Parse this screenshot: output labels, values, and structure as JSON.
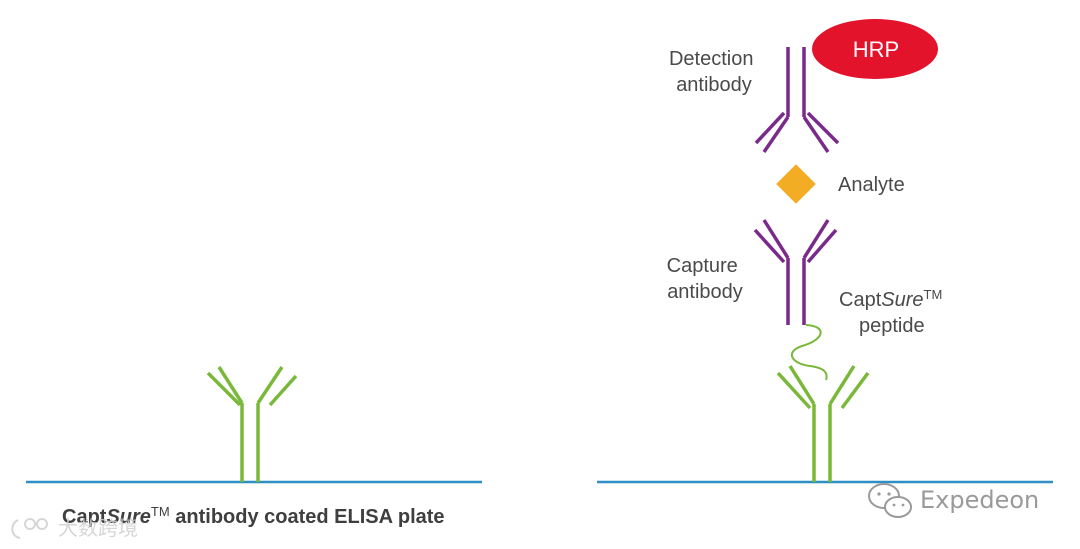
{
  "colors": {
    "plate_line": "#2f8fc4",
    "green_antibody": "#7ab83a",
    "purple_antibody": "#7a2a8a",
    "hrp": "#e3132b",
    "analyte": "#f2ad25",
    "text": "#4a4a4a",
    "brand": "#9a9a9a"
  },
  "left_panel": {
    "caption": {
      "prefix": "Capt",
      "italic": "Sure",
      "tm": "TM",
      "suffix": " antibody coated ELISA plate"
    }
  },
  "right_panel": {
    "hrp_label": "HRP",
    "detection_antibody_label": [
      "Detection",
      "antibody"
    ],
    "analyte_label": "Analyte",
    "capture_antibody_label": [
      "Capture",
      "antibody"
    ],
    "captsure_peptide_label": {
      "prefix": "Capt",
      "italic": "Sure",
      "tm": "TM",
      "line2": "peptide"
    }
  },
  "branding": {
    "logo_text": "Expedeon",
    "logo_icon": "wechat-icon"
  },
  "watermark": {
    "text": "大数跨境",
    "icon": "watermark-logo-icon"
  }
}
